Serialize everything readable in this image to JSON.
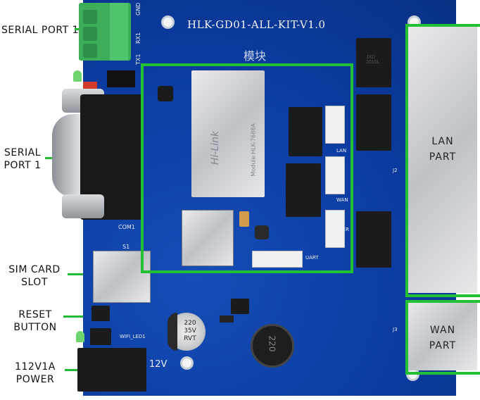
{
  "labels": {
    "serial_port_top": "SERIAL PORT 1",
    "serial_port_mid_line1": "SERIAL",
    "serial_port_mid_line2": "PORT 1",
    "sim_line1": "SIM CARD",
    "sim_line2": "SLOT",
    "reset_line1": "RESET",
    "reset_line2": "BUTTON",
    "power_line1": "112V1A",
    "power_line2": "POWER",
    "lan_line1": "LAN",
    "lan_line2": "PART",
    "wan_line1": "WAN",
    "wan_line2": "PART"
  },
  "board": {
    "title": "HLK-GD01-ALL-KIT-V1.0",
    "module_text": "模块",
    "module_brand": "Hi-Link",
    "module_model": "Module:HLK-7688A",
    "voltage_mark": "12V",
    "inductor_mark": "220",
    "capacitor_line1": "220",
    "capacitor_line2": "35V",
    "capacitor_line3": "RVT",
    "silk_gnd": "GND",
    "silk_rx1": "RX1",
    "silk_tx1": "TX1",
    "silk_com1": "COM1",
    "silk_s1": "S1",
    "silk_wifi_led": "WIFI_LED1",
    "silk_uart": "UART",
    "silk_lan": "LAN",
    "silk_wan": "WAN",
    "silk_power": "POWER",
    "silk_j2": "J2",
    "silk_j3": "J3",
    "transformer_mark": "JXD 2010L"
  },
  "colors": {
    "board": "#0c3fa8",
    "highlight": "#22c033",
    "terminal": "#3cae5a"
  }
}
